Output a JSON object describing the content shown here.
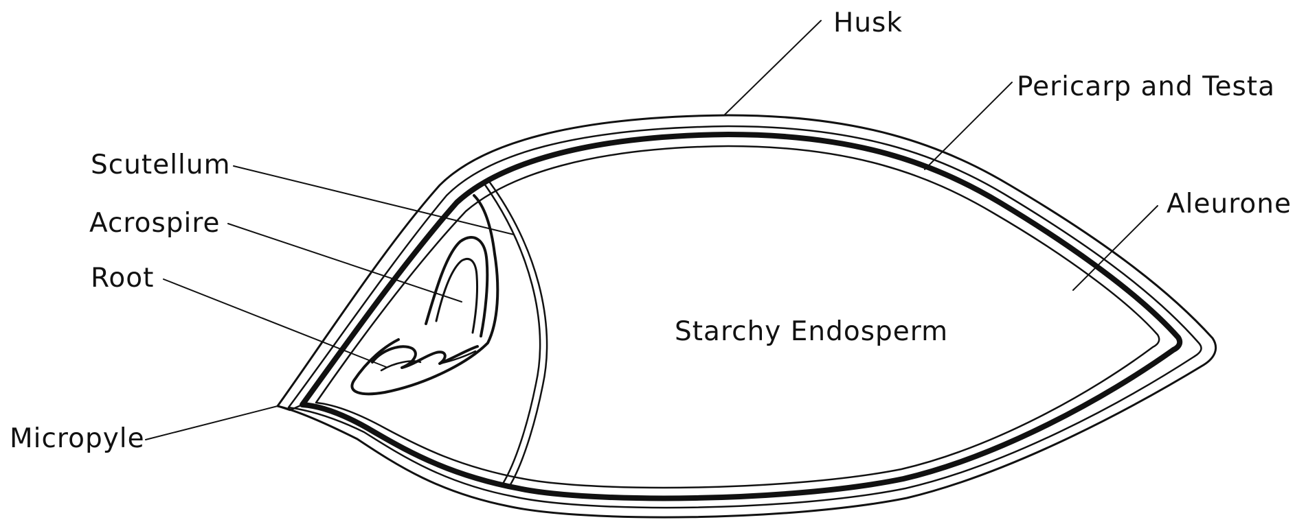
{
  "labels": {
    "husk": "Husk",
    "pericarp_testa": "Pericarp and Testa",
    "aleurone": "Aleurone",
    "scutellum": "Scutellum",
    "acrospire": "Acrospire",
    "root": "Root",
    "micropyle": "Micropyle",
    "starchy_endosperm": "Starchy Endosperm"
  },
  "colors": {
    "ink": "#111111",
    "background": "#ffffff"
  }
}
